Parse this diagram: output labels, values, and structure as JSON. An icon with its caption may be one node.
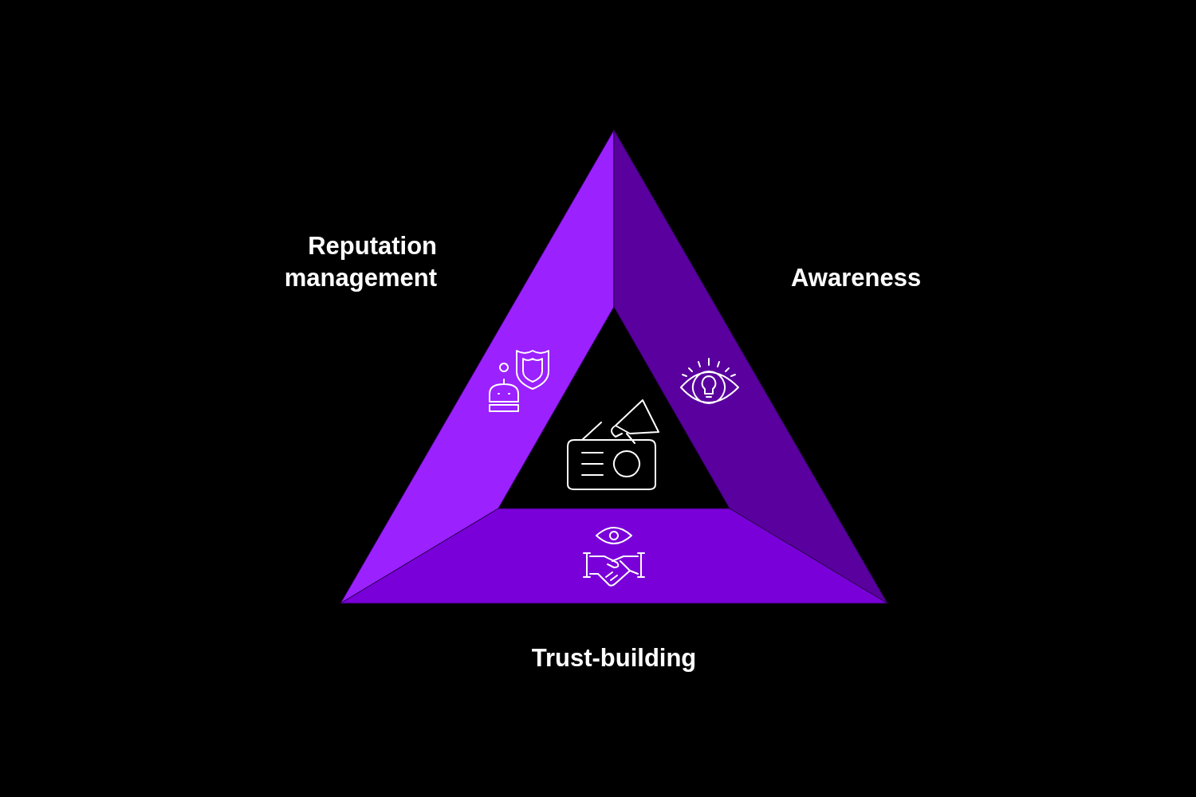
{
  "diagram": {
    "nodes": [
      {
        "text": [
          "Reputation management"
        ]
      },
      {
        "text": [
          "Awareness"
        ]
      },
      {
        "text": [
          "Trust-building"
        ]
      }
    ]
  }
}
